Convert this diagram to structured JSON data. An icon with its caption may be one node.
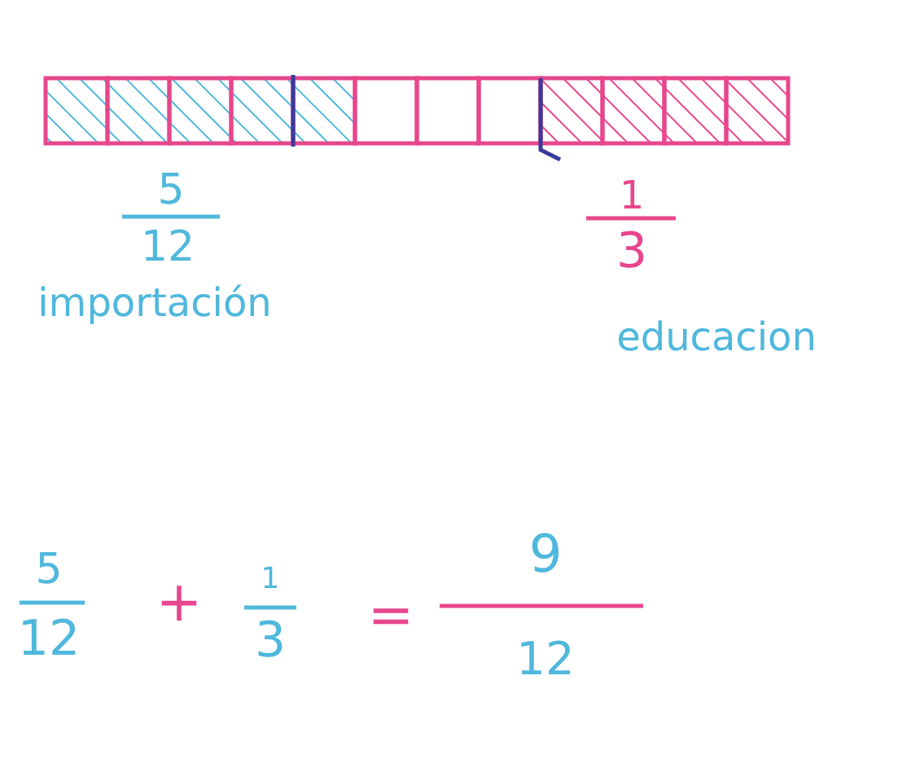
{
  "diagram": {
    "labels": [
      "5",
      "12",
      "importación",
      "1",
      "3",
      "educacion",
      "5",
      "12",
      "+",
      "1",
      "3",
      "=",
      "9",
      "12"
    ]
  }
}
